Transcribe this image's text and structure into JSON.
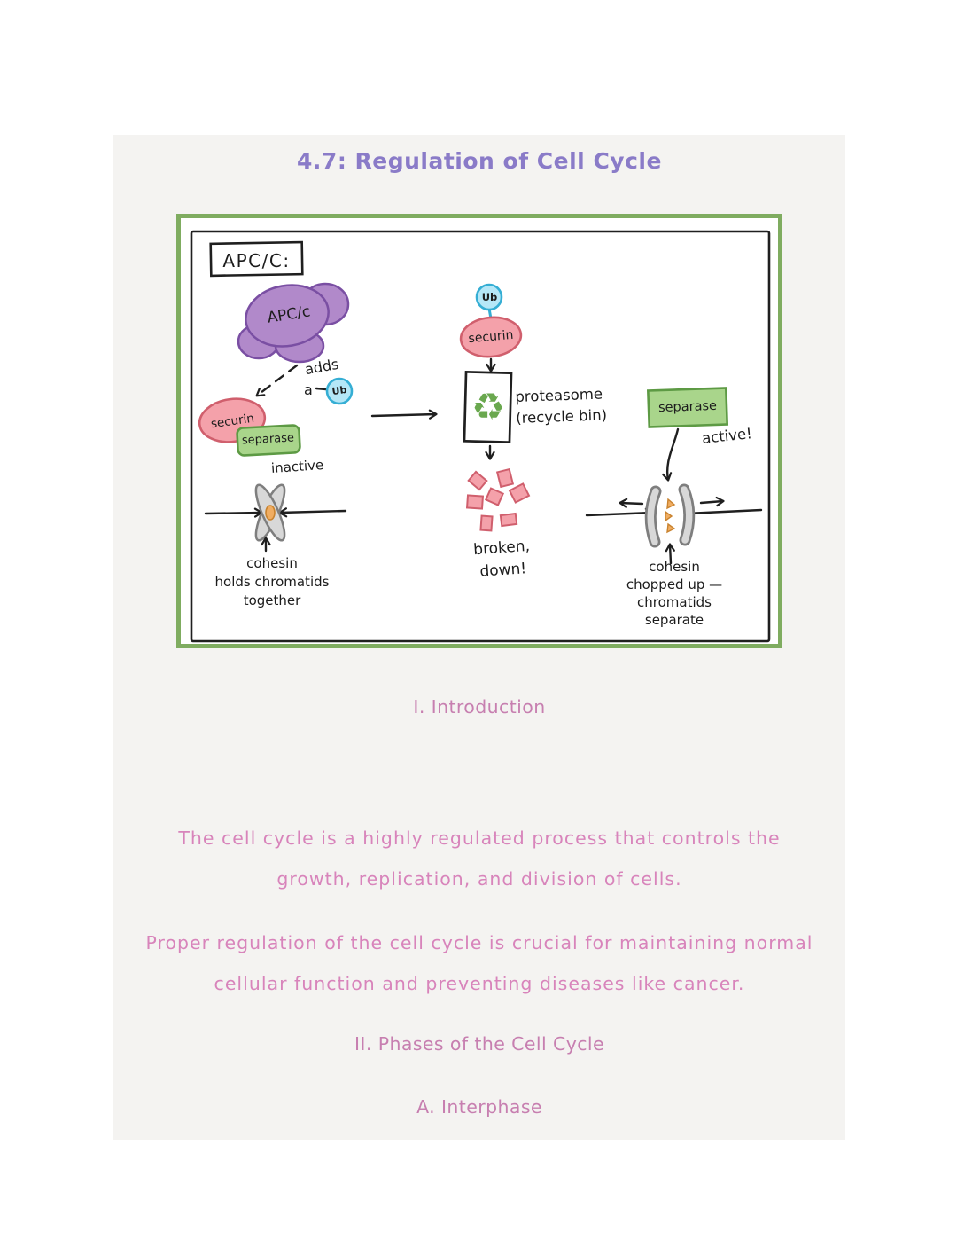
{
  "title": "4.7: Regulation of Cell Cycle",
  "diagram": {
    "box_label": "APC/C:",
    "apcc_blob_label": "APC/c",
    "adds_word": "adds",
    "a_word": "a",
    "ub_label": "Ub",
    "securin_label": "securin",
    "separase_label": "separase",
    "inactive_label": "inactive",
    "active_label": "active!",
    "recycle_icon": "♻",
    "proteasome_lines": [
      "proteasome",
      "(recycle bin)"
    ],
    "broken_lines": [
      "broken,",
      "down!"
    ],
    "cohesin_left_lines": [
      "cohesin",
      "holds chromatids",
      "together"
    ],
    "cohesin_right_lines": [
      "cohesin",
      "chopped up —",
      "chromatids",
      "separate"
    ]
  },
  "sections": {
    "intro_heading": "I. Introduction",
    "paragraph1_lines": [
      "The cell cycle is a highly regulated process that controls the",
      "growth, replication, and division of cells."
    ],
    "paragraph2_lines": [
      "Proper regulation of the cell cycle is crucial for maintaining normal",
      "cellular function and preventing diseases like cancer."
    ],
    "phases_heading": "II. Phases of the Cell Cycle",
    "interphase_heading": "A. Interphase"
  },
  "colors": {
    "title_purple": "#8a7bc8",
    "heading_pink": "#c77fb0",
    "body_pink": "#d884bb",
    "diagram_border_green": "#7fac60",
    "apcc_purple": "#b189ca",
    "securin_pink": "#f4a1aa",
    "separase_green": "#a9d58b",
    "ubiquitin_cyan": "#b5e7f7",
    "cohesin_orange": "#f0ad62",
    "chromatid_gray": "#d8d8d8",
    "sheet_background": "#f4f3f1"
  }
}
